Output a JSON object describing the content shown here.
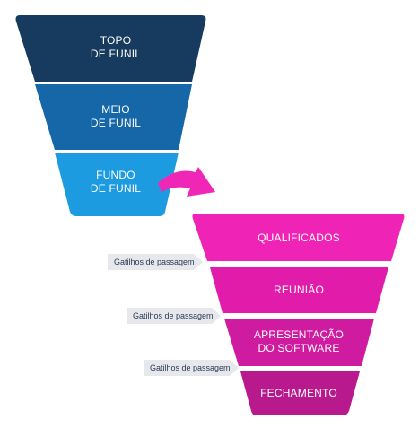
{
  "colors": {
    "top": "#173b5f",
    "middle": "#1667a8",
    "bottom": "#1d9be0",
    "pink1": "#ef23b5",
    "pink2": "#e11caa",
    "pink3": "#cf1b9f",
    "pink4": "#b81a8e",
    "arrow": "#f026b6",
    "tag": "#e6e8ec",
    "tag_text": "#2a3a55"
  },
  "funnel_top": [
    {
      "line1": "TOPO",
      "line2": "DE FUNIL"
    },
    {
      "line1": "MEIO",
      "line2": "DE FUNIL"
    },
    {
      "line1": "FUNDO",
      "line2": "DE FUNIL"
    }
  ],
  "funnel_bottom": [
    {
      "line1": "QUALIFICADOS",
      "line2": ""
    },
    {
      "line1": "REUNIÃO",
      "line2": ""
    },
    {
      "line1": "APRESENTAÇÃO",
      "line2": "DO SOFTWARE"
    },
    {
      "line1": "FECHAMENTO",
      "line2": ""
    }
  ],
  "tags": [
    "Gatilhos de passagem",
    "Gatilhos de passagem",
    "Gatilhos de passagem"
  ]
}
